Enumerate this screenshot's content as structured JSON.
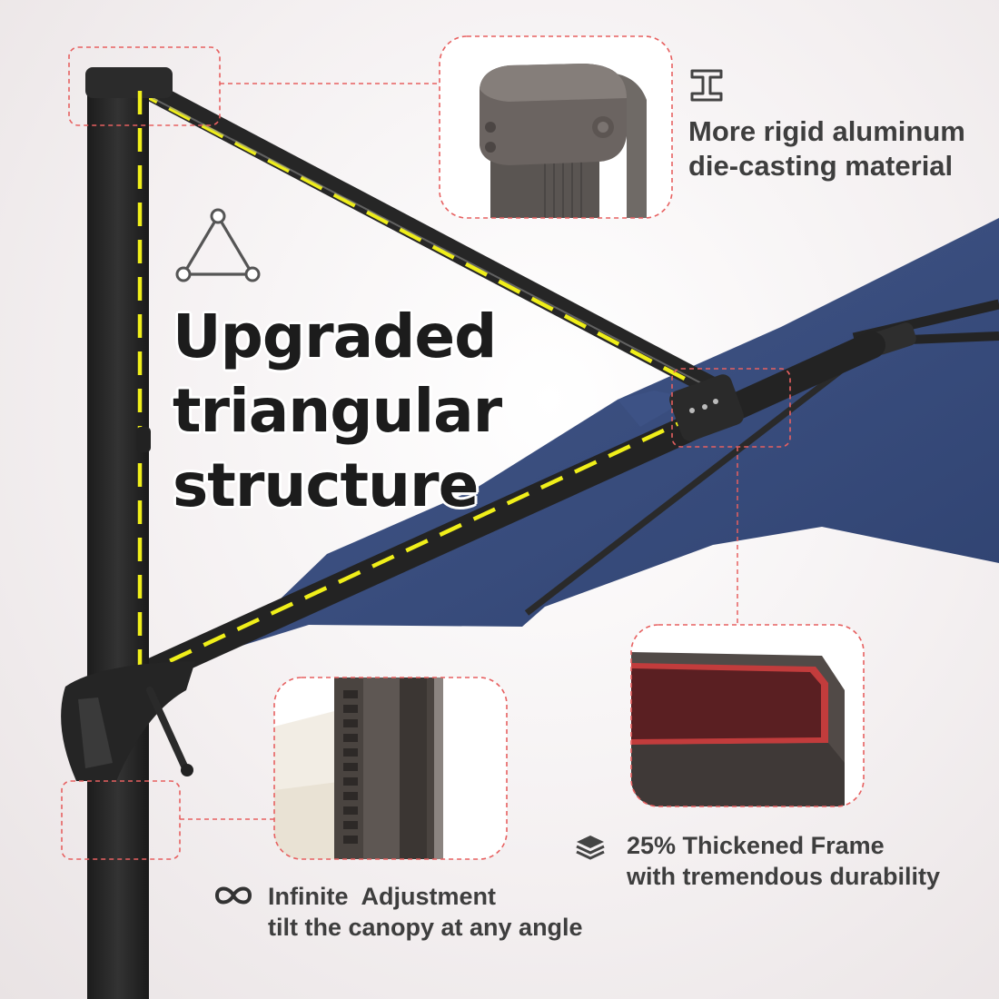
{
  "headline": {
    "lines": [
      "Upgraded",
      "triangular",
      "structure"
    ]
  },
  "features": {
    "aluminum": {
      "icon": "i-beam-icon",
      "lines": [
        "More rigid aluminum",
        "die-casting material"
      ]
    },
    "frame": {
      "icon": "layers-icon",
      "lines": [
        "25% Thickened Frame",
        "with tremendous durability"
      ]
    },
    "adjustment": {
      "icon": "infinity-icon",
      "lines": [
        "Infinite  Adjustment",
        "tilt the canopy at any angle"
      ]
    }
  },
  "colors": {
    "canopy": "#3a4e7e",
    "frame": "#262626",
    "highlight": "#f0ef1a",
    "callout": "#e76060",
    "text": "#3e3e3e"
  }
}
